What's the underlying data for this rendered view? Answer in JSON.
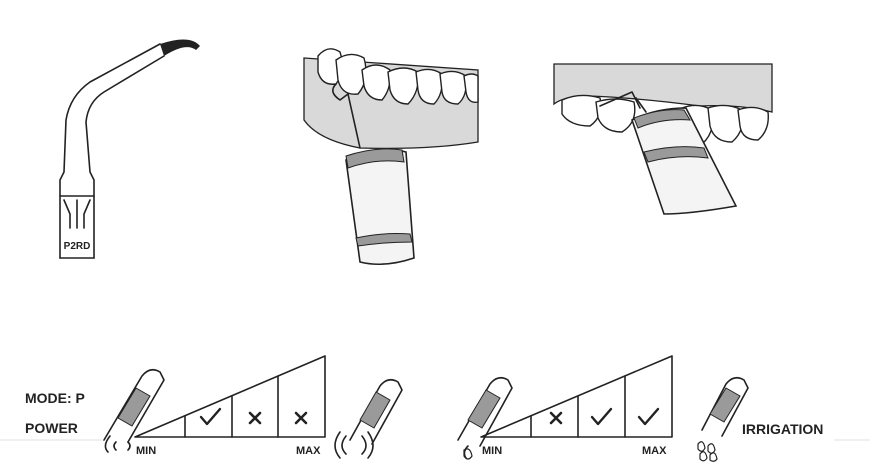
{
  "tip": {
    "model_label": "P2RD"
  },
  "settings": {
    "mode_label": "MODE: P",
    "power_label": "POWER",
    "irrigation_label": "IRRIGATION",
    "power_scale": {
      "min_label": "MIN",
      "max_label": "MAX",
      "cells": [
        "check",
        "cross",
        "cross"
      ]
    },
    "irrigation_scale": {
      "min_label": "MIN",
      "max_label": "MAX",
      "cells": [
        "cross",
        "check",
        "check"
      ]
    }
  },
  "colors": {
    "ink": "#222222",
    "gum": "#d9d9d9",
    "band": "#9a9a9a"
  }
}
